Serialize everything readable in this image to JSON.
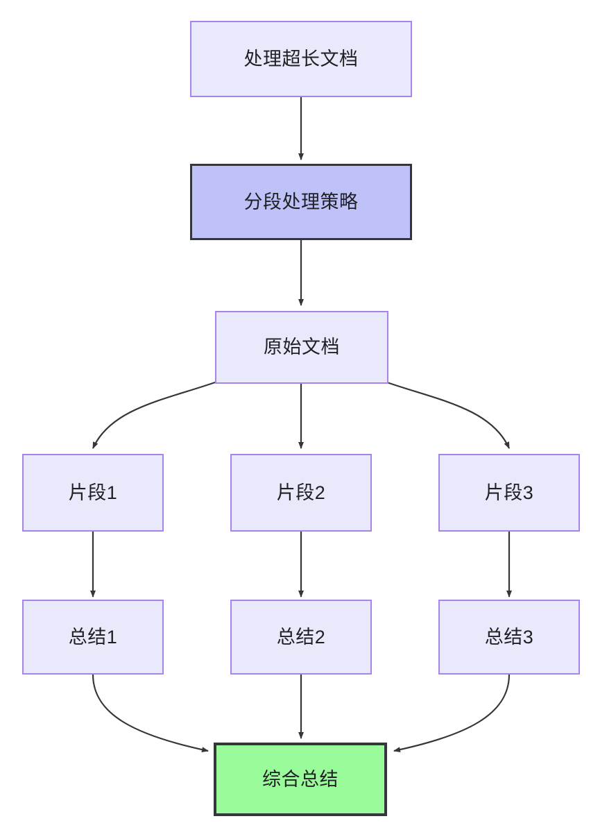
{
  "diagram": {
    "type": "flowchart",
    "direction": "top-down",
    "background_color": "#ffffff",
    "styles": {
      "default_fill": "#e9e9fc",
      "default_border": "#a684e8",
      "highlight_fill": "#bfc2f9",
      "highlight_border": "#33363b",
      "final_fill": "#99fb99",
      "final_border": "#33363b",
      "edge_color": "#33363b",
      "text_color": "#1f2023"
    },
    "nodes": [
      {
        "id": "doc_long",
        "label": "处理超长文档",
        "style": "default"
      },
      {
        "id": "strategy",
        "label": "分段处理策略",
        "style": "highlight"
      },
      {
        "id": "doc_raw",
        "label": "原始文档",
        "style": "default"
      },
      {
        "id": "chunk1",
        "label": "片段1",
        "style": "default"
      },
      {
        "id": "chunk2",
        "label": "片段2",
        "style": "default"
      },
      {
        "id": "chunk3",
        "label": "片段3",
        "style": "default"
      },
      {
        "id": "summary1",
        "label": "总结1",
        "style": "default"
      },
      {
        "id": "summary2",
        "label": "总结2",
        "style": "default"
      },
      {
        "id": "summary3",
        "label": "总结3",
        "style": "default"
      },
      {
        "id": "final",
        "label": "综合总结",
        "style": "final"
      }
    ],
    "edges": [
      {
        "from": "doc_long",
        "to": "strategy",
        "shape": "straight"
      },
      {
        "from": "strategy",
        "to": "doc_raw",
        "shape": "straight"
      },
      {
        "from": "doc_raw",
        "to": "chunk1",
        "shape": "curved"
      },
      {
        "from": "doc_raw",
        "to": "chunk2",
        "shape": "straight"
      },
      {
        "from": "doc_raw",
        "to": "chunk3",
        "shape": "curved"
      },
      {
        "from": "chunk1",
        "to": "summary1",
        "shape": "straight"
      },
      {
        "from": "chunk2",
        "to": "summary2",
        "shape": "straight"
      },
      {
        "from": "chunk3",
        "to": "summary3",
        "shape": "straight"
      },
      {
        "from": "summary1",
        "to": "final",
        "shape": "curved"
      },
      {
        "from": "summary2",
        "to": "final",
        "shape": "straight"
      },
      {
        "from": "summary3",
        "to": "final",
        "shape": "curved"
      }
    ]
  }
}
